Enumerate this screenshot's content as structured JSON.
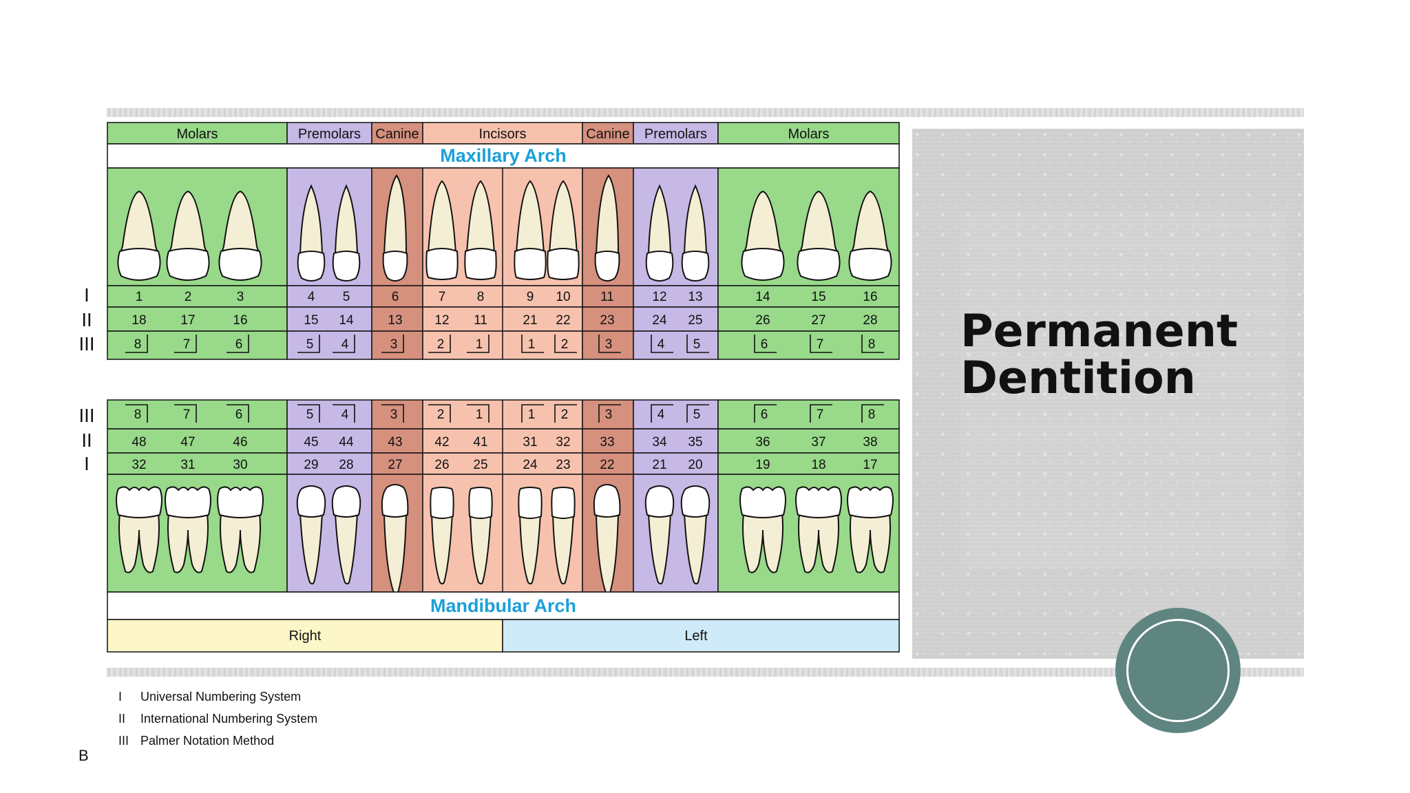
{
  "diagram": {
    "groups": [
      "Molars",
      "Premolars",
      "Canine",
      "Incisors",
      "Canine",
      "Premolars",
      "Molars"
    ],
    "maxillary_label": "Maxillary Arch",
    "mandibular_label": "Mandibular Arch",
    "sides": [
      "Right",
      "Left"
    ],
    "row_markers": [
      "I",
      "II",
      "III"
    ],
    "upper": {
      "universal": [
        "1",
        "2",
        "3",
        "4",
        "5",
        "6",
        "7",
        "8",
        "9",
        "10",
        "11",
        "12",
        "13",
        "14",
        "15",
        "16"
      ],
      "international": [
        "18",
        "17",
        "16",
        "15",
        "14",
        "13",
        "12",
        "11",
        "21",
        "22",
        "23",
        "24",
        "25",
        "26",
        "27",
        "28"
      ],
      "palmer": [
        "8",
        "7",
        "6",
        "5",
        "4",
        "3",
        "2",
        "1",
        "1",
        "2",
        "3",
        "4",
        "5",
        "6",
        "7",
        "8"
      ]
    },
    "lower": {
      "palmer": [
        "8",
        "7",
        "6",
        "5",
        "4",
        "3",
        "2",
        "1",
        "1",
        "2",
        "3",
        "4",
        "5",
        "6",
        "7",
        "8"
      ],
      "international": [
        "48",
        "47",
        "46",
        "45",
        "44",
        "43",
        "42",
        "41",
        "31",
        "32",
        "33",
        "34",
        "35",
        "36",
        "37",
        "38"
      ],
      "universal": [
        "32",
        "31",
        "30",
        "29",
        "28",
        "27",
        "26",
        "25",
        "24",
        "23",
        "22",
        "21",
        "20",
        "19",
        "18",
        "17"
      ]
    },
    "colors": {
      "molar": "#98d98a",
      "premolar": "#c6b9e6",
      "canine": "#d6907e",
      "incisor": "#f6c2ae",
      "right": "#fdf6c8",
      "left": "#cfeaf8",
      "arch_text": "#1aa0d8"
    }
  },
  "title_lines": [
    "Permanent",
    "Dentition"
  ],
  "legend": [
    {
      "num": "I",
      "text": "Universal Numbering System"
    },
    {
      "num": "II",
      "text": "International Numbering System"
    },
    {
      "num": "III",
      "text": "Palmer Notation Method"
    }
  ],
  "figure_letter": "B"
}
